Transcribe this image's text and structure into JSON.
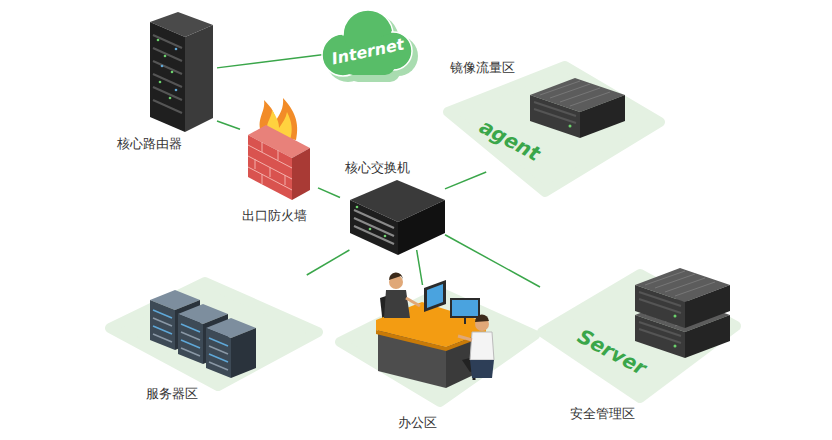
{
  "diagram": {
    "nodes": [
      {
        "text": [
          "核心路由器"
        ]
      },
      {
        "text": [
          "Internet"
        ]
      },
      {
        "text": [
          "出口防火墙"
        ]
      },
      {
        "text": [
          "镜像流量区",
          "agent"
        ]
      },
      {
        "text": [
          "核心交换机"
        ]
      },
      {
        "text": [
          "服务器区"
        ]
      },
      {
        "text": [
          "办公区"
        ]
      },
      {
        "text": [
          "安全管理区",
          "Server"
        ]
      }
    ],
    "edges": [
      {
        "from": 0,
        "to": 1,
        "arrow": "none"
      },
      {
        "from": 0,
        "to": 2,
        "arrow": "none"
      },
      {
        "from": 2,
        "to": 4,
        "arrow": "none"
      },
      {
        "from": 4,
        "to": 3,
        "arrow": "none"
      },
      {
        "from": 4,
        "to": 5,
        "arrow": "none"
      },
      {
        "from": 4,
        "to": 6,
        "arrow": "none"
      },
      {
        "from": 4,
        "to": 7,
        "arrow": "none"
      }
    ]
  }
}
